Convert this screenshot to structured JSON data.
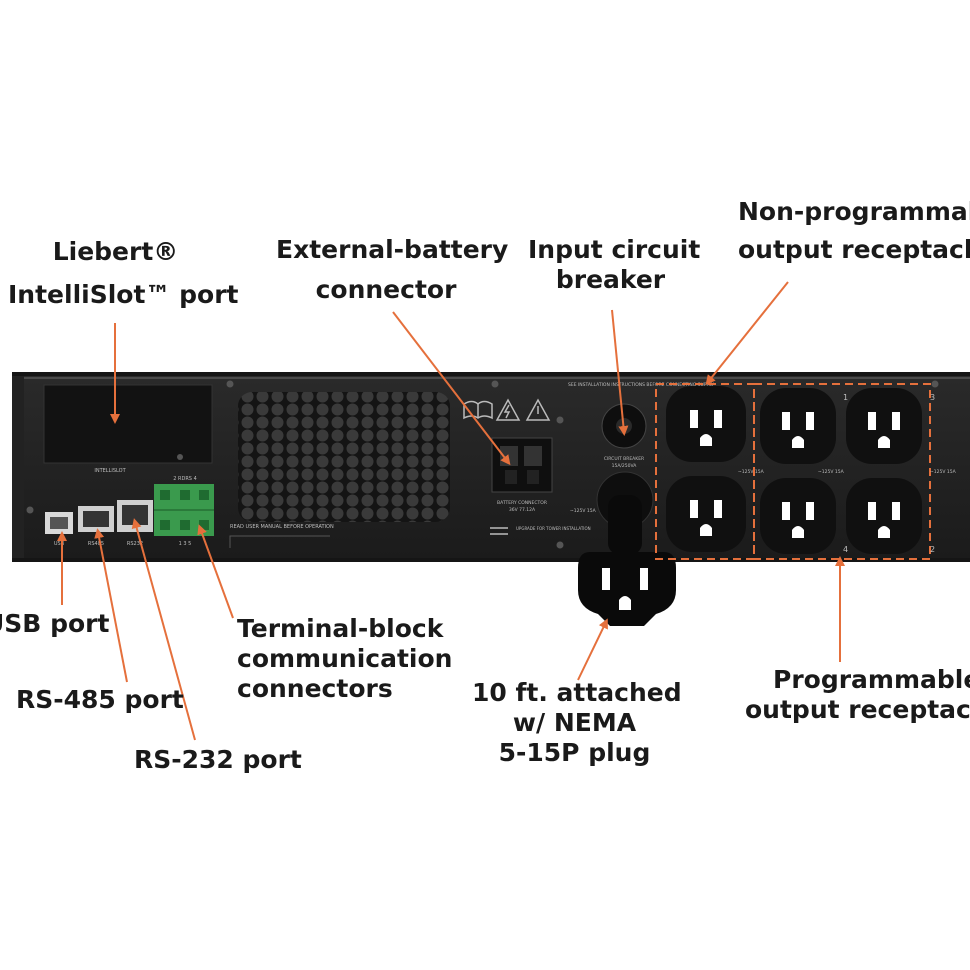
{
  "callouts": {
    "intellislot": {
      "line1": "Liebert®",
      "line2": "IntelliSlot™ port"
    },
    "external_battery": {
      "line1": "External-battery",
      "line2": "connector"
    },
    "input_breaker": {
      "line1": "Input circuit",
      "line2": "breaker"
    },
    "nonprog": {
      "line1": "Non-programmable",
      "line2": "output receptacles"
    },
    "usb": {
      "line1": "USB port"
    },
    "rs485": {
      "line1": "RS-485 port"
    },
    "rs232": {
      "line1": "RS-232 port"
    },
    "terminal_block": {
      "line1": "Terminal-block",
      "line2": "communication",
      "line3": "connectors"
    },
    "plug": {
      "line1": "10 ft. attached",
      "line2": "w/ NEMA",
      "line3": "5-15P plug"
    },
    "prog": {
      "line1": "Programmable",
      "line2": "output receptacles"
    }
  },
  "panel_text": {
    "intellislot_label": "INTELLISLOT",
    "terminal_numbers": "2   RDRS   4",
    "terminal_numbers_bottom": "1      3      5",
    "read_manual": "READ USER MANUAL BEFORE OPERATION",
    "battery_connector": "BATTERY CONNECTOR",
    "battery_spec": "36V   77.12A",
    "upgrade_tower": "UPGRADE FOR TOWER INSTALLATION",
    "install_notice": "SEE INSTALLATION INSTRUCTIONS BEFORE CONNECTING SUPPLY",
    "circuit_breaker": "CIRCUIT BREAKER",
    "breaker_rating": "15A/250VA",
    "input_rating": "~125V 15A",
    "outlet_rating_1": "~125V 15A",
    "outlet_rating_2": "~125V 15A",
    "outlet_rating_3": "~125V 15A",
    "port_usb": "USB",
    "port_rs485": "RS485",
    "port_rs232": "RS232",
    "group_1": "1",
    "group_2": "2",
    "group_3": "3",
    "group_4": "4"
  },
  "colors": {
    "arrow": "#e5703c",
    "chassis": "#1f1f1f",
    "text": "#1a1a1a"
  }
}
